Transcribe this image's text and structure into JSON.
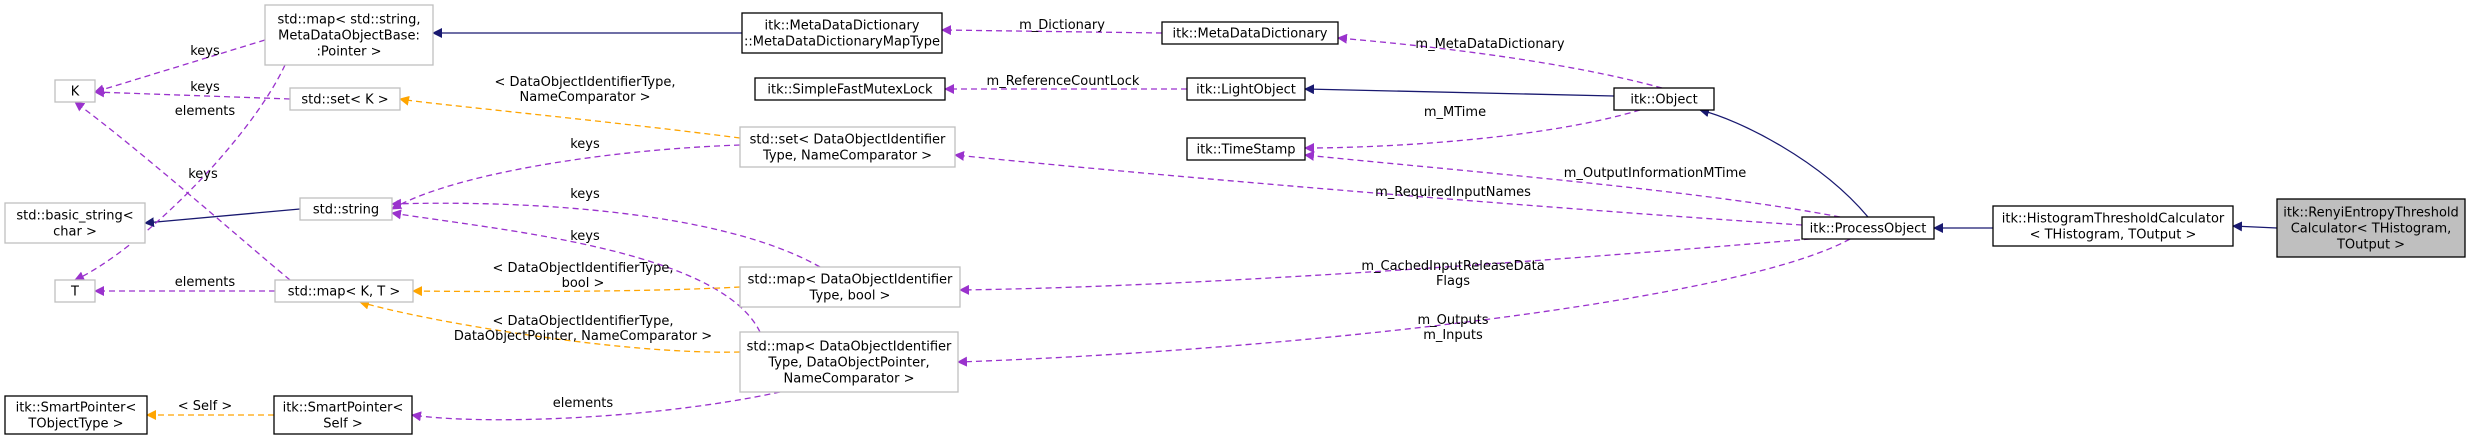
{
  "colors": {
    "inherit": "#191970",
    "usage": "#9a32cd",
    "template": "#ffa500",
    "node_border_solid": "#000000",
    "node_border_grey": "#bfbfbf",
    "focus_fill": "#bfbfbf"
  },
  "nodes": {
    "n_renyi": {
      "lines": [
        "itk::RenyiEntropyThreshold",
        "Calculator< THistogram,",
        "TOutput >"
      ],
      "style": "focus"
    },
    "n_histcalc": {
      "lines": [
        "itk::HistogramThresholdCalculator",
        "< THistogram, TOutput >"
      ],
      "style": "solid"
    },
    "n_procobj": {
      "lines": [
        "itk::ProcessObject"
      ],
      "style": "solid"
    },
    "n_object": {
      "lines": [
        "itk::Object"
      ],
      "style": "solid"
    },
    "n_lightobj": {
      "lines": [
        "itk::LightObject"
      ],
      "style": "solid"
    },
    "n_mddict": {
      "lines": [
        "itk::MetaDataDictionary"
      ],
      "style": "solid"
    },
    "n_mdmaptype": {
      "lines": [
        "itk::MetaDataDictionary",
        "::MetaDataDictionaryMapType"
      ],
      "style": "solid"
    },
    "n_mutex": {
      "lines": [
        "itk::SimpleFastMutexLock"
      ],
      "style": "solid"
    },
    "n_timestamp": {
      "lines": [
        "itk::TimeStamp"
      ],
      "style": "solid"
    },
    "n_mapstr": {
      "lines": [
        "std::map< std::string,",
        "MetaDataObjectBase:",
        ":Pointer >"
      ],
      "style": "grey"
    },
    "n_K": {
      "lines": [
        "K"
      ],
      "style": "grey"
    },
    "n_setK": {
      "lines": [
        "std::set< K >"
      ],
      "style": "grey"
    },
    "n_setDOI": {
      "lines": [
        "std::set< DataObjectIdentifier",
        "Type, NameComparator >"
      ],
      "style": "grey"
    },
    "n_basicstr": {
      "lines": [
        "std::basic_string<",
        "char >"
      ],
      "style": "grey"
    },
    "n_string": {
      "lines": [
        "std::string"
      ],
      "style": "grey"
    },
    "n_T": {
      "lines": [
        "T"
      ],
      "style": "grey"
    },
    "n_mapKT": {
      "lines": [
        "std::map< K, T >"
      ],
      "style": "grey"
    },
    "n_mapDOIbool": {
      "lines": [
        "std::map< DataObjectIdentifier",
        "Type, bool >"
      ],
      "style": "grey"
    },
    "n_mapDOIptr": {
      "lines": [
        "std::map< DataObjectIdentifier",
        "Type, DataObjectPointer,",
        "NameComparator >"
      ],
      "style": "grey"
    },
    "n_sp_obj": {
      "lines": [
        "itk::SmartPointer<",
        "TObjectType >"
      ],
      "style": "solid"
    },
    "n_sp_self": {
      "lines": [
        "itk::SmartPointer<",
        "Self >"
      ],
      "style": "solid"
    }
  },
  "edge_labels": {
    "m_dictionary": "m_Dictionary",
    "m_metadatadictionary": "m_MetaDataDictionary",
    "m_referencecountlock": "m_ReferenceCountLock",
    "m_mtime": "m_MTime",
    "m_outputinformationmtime": "m_OutputInformationMTime",
    "m_requiredinputnames": "m_RequiredInputNames",
    "m_cachedinputreleasedataflags": [
      "m_CachedInputReleaseData",
      "Flags"
    ],
    "m_outputs_inputs": [
      "m_Outputs",
      "m_Inputs"
    ],
    "keys_mapstr": "keys",
    "keys_setK": "keys",
    "elements_mapstr_T": "elements",
    "tpl_setK": [
      "< DataObjectIdentifierType,",
      "NameComparator >"
    ],
    "keys_setDOI": "keys",
    "keys_mapDOIbool": "keys",
    "keys_mapDOIptr": "keys",
    "keys_mapKT_K": "keys",
    "elements_mapKT_T": "elements",
    "tpl_mapKT_bool": [
      "< DataObjectIdentifierType,",
      "bool >"
    ],
    "tpl_mapKT_ptr": [
      "< DataObjectIdentifierType,",
      "DataObjectPointer, NameComparator >"
    ],
    "elements_sp_self": "elements",
    "tpl_sp_self": "< Self >"
  }
}
